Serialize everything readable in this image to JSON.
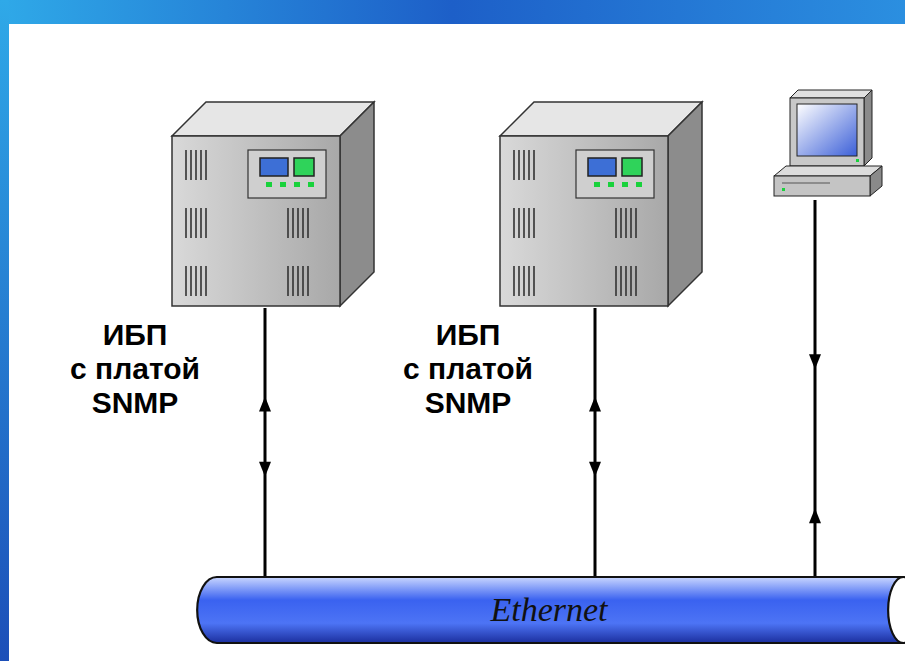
{
  "diagram": {
    "nodes": [
      {
        "text": [
          "ИБП с платой SNMP"
        ]
      },
      {
        "text": [
          "ИБП с платой SNMP"
        ]
      },
      {
        "text": []
      },
      {
        "text": [
          "Ethernet"
        ]
      }
    ],
    "edges": [
      {
        "from": 0,
        "to": 3,
        "arrow": "both"
      },
      {
        "from": 1,
        "to": 3,
        "arrow": "both"
      },
      {
        "from": 2,
        "to": 3,
        "arrow": "both"
      }
    ]
  }
}
